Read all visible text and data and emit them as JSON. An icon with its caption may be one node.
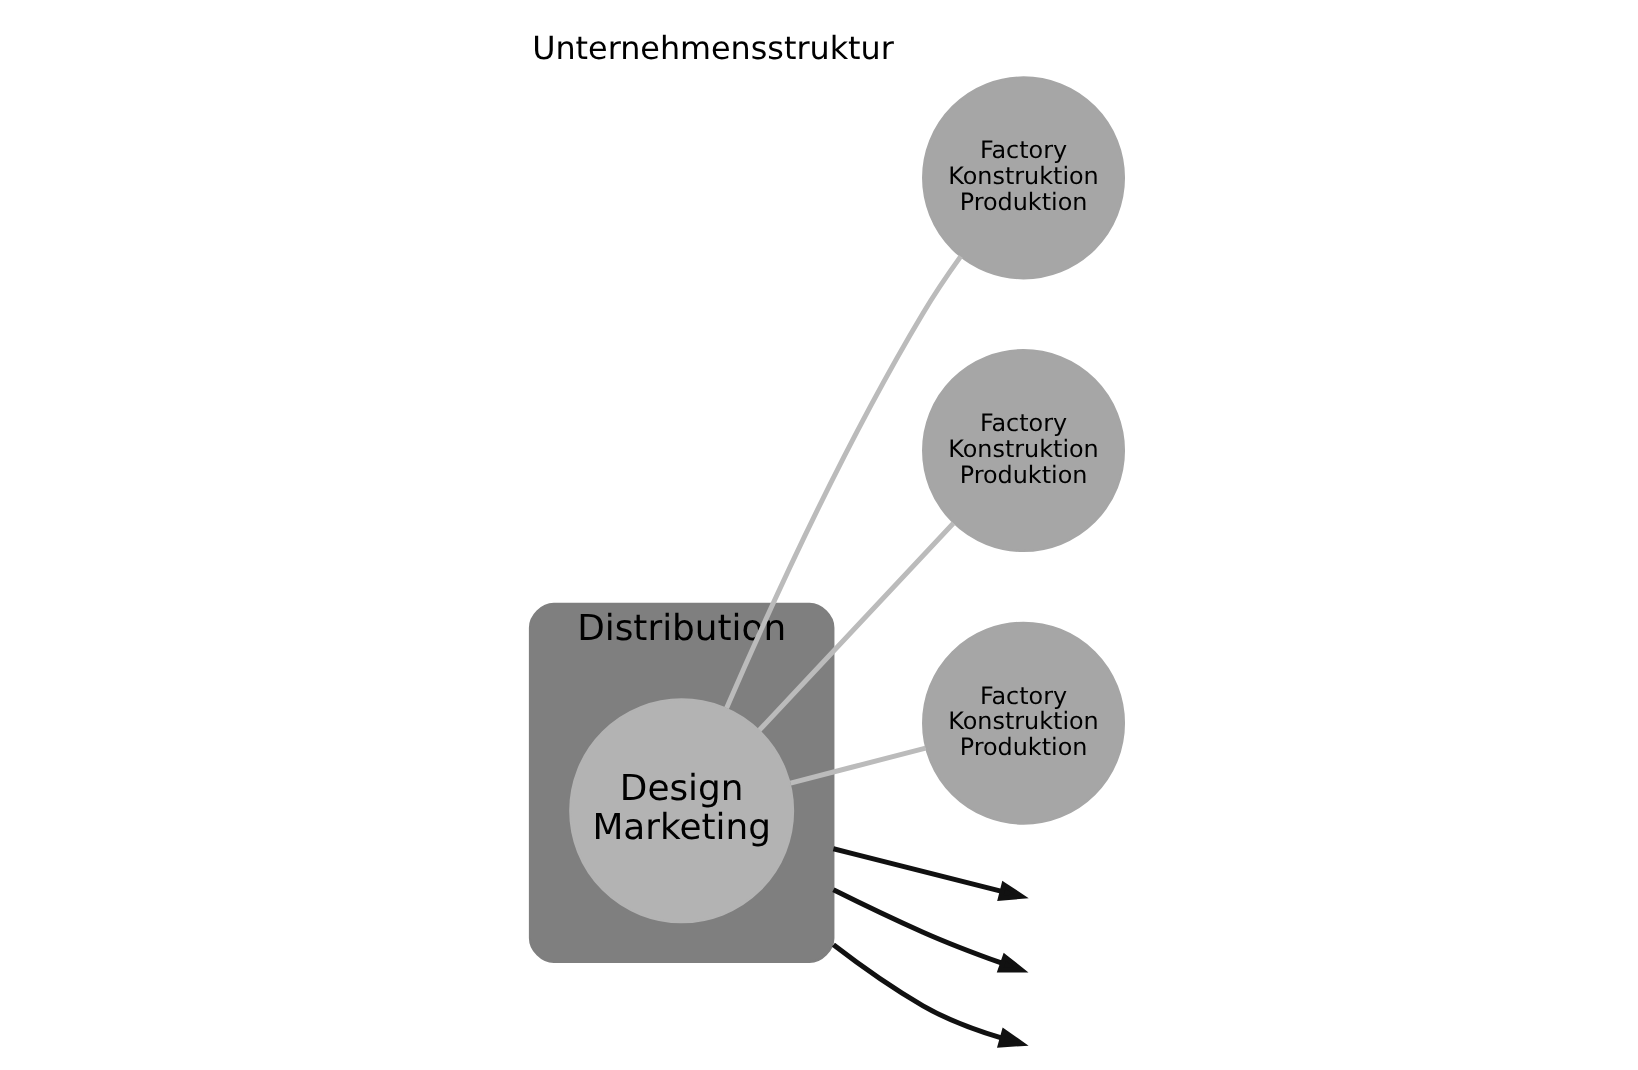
{
  "diagram": {
    "title": "Unternehmensstruktur",
    "nodes": [
      {
        "text": [
          "Distribution"
        ]
      },
      {
        "text": [
          "Design Marketing"
        ],
        "in": 0
      },
      {
        "text": [
          "Factory Konstruktion Produktion"
        ]
      },
      {
        "text": [
          "Factory Konstruktion Produktion"
        ]
      },
      {
        "text": [
          "Factory Konstruktion Produktion"
        ]
      }
    ],
    "edges": [
      {
        "from": 1,
        "to": 2,
        "arrow": "none",
        "color": "#bbbbbb"
      },
      {
        "from": 1,
        "to": 3,
        "arrow": "none",
        "color": "#bbbbbb"
      },
      {
        "from": 1,
        "to": 4,
        "arrow": "none",
        "color": "#bbbbbb"
      },
      {
        "from": 0,
        "to": null,
        "arrow": "to",
        "color": "#111111"
      },
      {
        "from": 0,
        "to": null,
        "arrow": "to",
        "color": "#111111"
      },
      {
        "from": 0,
        "to": null,
        "arrow": "to",
        "color": "#111111"
      }
    ]
  }
}
